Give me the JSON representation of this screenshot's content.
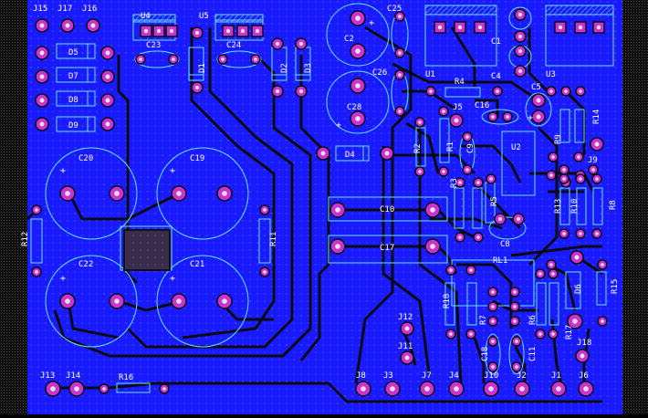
{
  "colors": {
    "background": "#000000",
    "copper": "#1a1aff",
    "trace": "#0a0a14",
    "pad": "#cc33cc",
    "hole": "#e6e0ff",
    "silk": "#66e6f0",
    "label": "#ffffff",
    "edge": "#222222",
    "dots": "#6b8cff"
  },
  "icons": {
    "mounting": "square-mounting-pad-icon"
  },
  "labels": {
    "J15": "J15",
    "J17": "J17",
    "J16": "J16",
    "U4": "U4",
    "U5": "U5",
    "C23": "C23",
    "C24": "C24",
    "C25": "C25",
    "C2": "C2",
    "C26": "C26",
    "C28": "C28",
    "D1": "D1",
    "D2": "D2",
    "D3": "D3",
    "D4": "D4",
    "D5": "D5",
    "D7": "D7",
    "D8": "D8",
    "D9": "D9",
    "U1": "U1",
    "C1": "C1",
    "C4": "C4",
    "U3": "U3",
    "R4": "R4",
    "C5": "C5",
    "C16": "C16",
    "J5": "J5",
    "R2": "R2",
    "R1": "R1",
    "C9": "C9",
    "U2": "U2",
    "R9": "R9",
    "R14": "R14",
    "J9": "J9",
    "C20": "C20",
    "C19": "C19",
    "C22": "C22",
    "C21": "C21",
    "R12": "R12",
    "R11": "R11",
    "C10": "C10",
    "C17": "C17",
    "R3": "R3",
    "R5": "R5",
    "C8": "C8",
    "R13": "R13",
    "R10": "R10",
    "R8": "R8",
    "RL1": "RL1",
    "R18": "R18",
    "R7": "R7",
    "R6": "R6",
    "D6": "D6",
    "R15": "R15",
    "R17": "R17",
    "J12": "J12",
    "J11": "J11",
    "J18": "J18",
    "C18": "C18",
    "C11": "C11",
    "J13": "J13",
    "J14": "J14",
    "R16": "R16",
    "J8": "J8",
    "J3": "J3",
    "J7": "J7",
    "J4": "J4",
    "J10": "J10",
    "J2": "J2",
    "J1": "J1",
    "J6": "J6"
  }
}
